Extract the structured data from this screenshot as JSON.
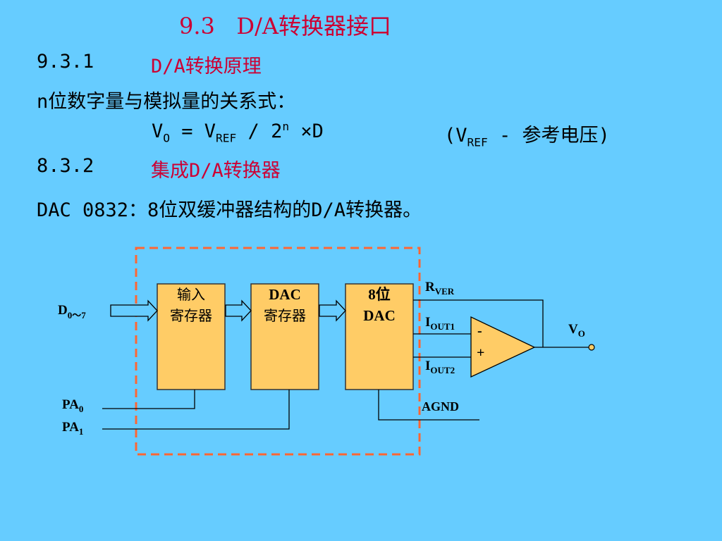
{
  "title": {
    "number": "9.3",
    "text": "D/A转换器接口"
  },
  "section1": {
    "number": "9.3.1",
    "title": "D/A转换原理"
  },
  "relation_text": "n位数字量与模拟量的关系式：",
  "formula": {
    "vo": "V",
    "vo_sub": "O",
    "eq": " = V",
    "vref_sub": "REF",
    "div": " / 2",
    "exp": "n",
    "times": " ×D",
    "note_open": "(V",
    "note_sub": "REF",
    "note_rest": " - 参考电压)"
  },
  "section2": {
    "number": "8.3.2",
    "title": "集成D/A转换器"
  },
  "dac_text": "DAC 0832：8位双缓冲器结构的D/A转换器。",
  "diagram": {
    "input_label": "D",
    "input_sub": "0～7",
    "box1": [
      "输入",
      "寄存器"
    ],
    "box2": [
      "DAC",
      "寄存器"
    ],
    "box3": [
      "8位",
      "DAC"
    ],
    "rver": "R",
    "rver_sub": "VER",
    "iout1": "I",
    "iout1_sub": "OUT1",
    "iout2": "I",
    "iout2_sub": "OUT2",
    "minus": "-",
    "plus": "+",
    "vo": "V",
    "vo_sub": "O",
    "agnd": "AGND",
    "pa0": "PA",
    "pa0_sub": "0",
    "pa1": "PA",
    "pa1_sub": "1"
  },
  "colors": {
    "background": "#66ccff",
    "accent": "#cc0033",
    "box_fill": "#ffcc66",
    "dash": "#ff6633"
  }
}
